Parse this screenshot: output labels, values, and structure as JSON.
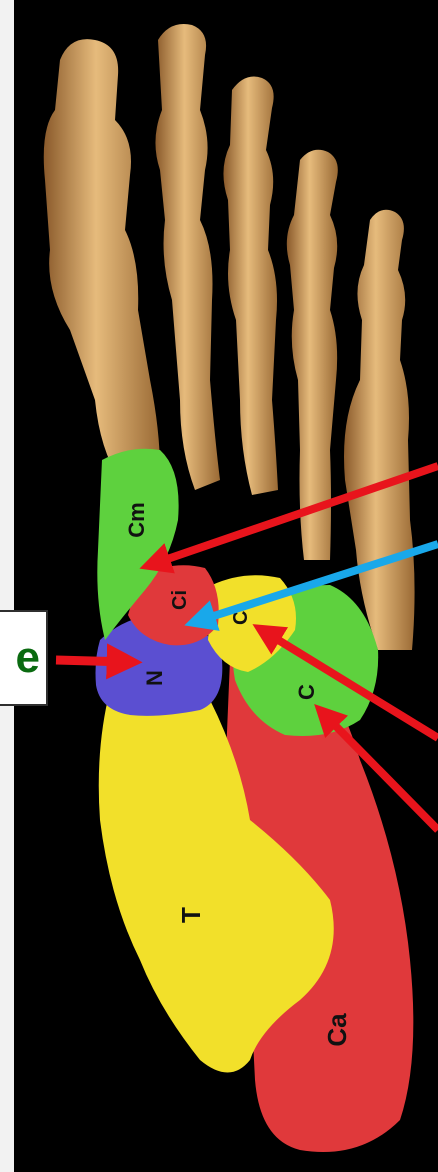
{
  "side_label": {
    "text": "e"
  },
  "bones": {
    "medial_cuneiform": "Cm",
    "intermediate_cuneiform": "Ci",
    "lateral_cuneiform": "Cl",
    "navicular": "N",
    "cuboid": "C",
    "talus": "T",
    "calcaneus": "Ca"
  },
  "colors": {
    "background": "#000000",
    "bone": "#d9a866",
    "green": "#5ed13e",
    "red": "#e0393b",
    "yellow": "#f2e02a",
    "purple": "#5b4fd1",
    "arrow_red": "#e8141c",
    "arrow_blue": "#19a8ea",
    "label_green": "#0a6a10"
  }
}
